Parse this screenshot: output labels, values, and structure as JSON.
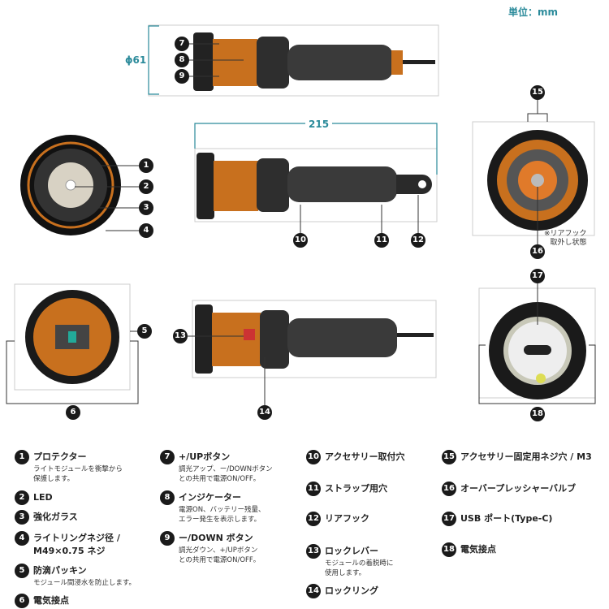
{
  "unit_label": "単位：mm",
  "dimensions": {
    "diameter": "ϕ61",
    "length": "215"
  },
  "rear_note": [
    "※リアフック",
    "取外し状態"
  ],
  "callouts": [
    "1",
    "2",
    "3",
    "4",
    "5",
    "6",
    "7",
    "8",
    "9",
    "10",
    "11",
    "12",
    "13",
    "14",
    "15",
    "16",
    "17",
    "18"
  ],
  "legend": [
    {
      "n": "1",
      "title": "プロテクター",
      "desc": [
        "ライトモジュールを衝撃から",
        "保護します。"
      ]
    },
    {
      "n": "2",
      "title": "LED",
      "desc": []
    },
    {
      "n": "3",
      "title": "強化ガラス",
      "desc": []
    },
    {
      "n": "4",
      "title": "ライトリングネジ径 /",
      "title2": "M49×0.75 ネジ",
      "desc": []
    },
    {
      "n": "5",
      "title": "防滴パッキン",
      "desc": [
        "モジュール間浸水を防止します。"
      ]
    },
    {
      "n": "6",
      "title": "電気接点",
      "desc": []
    },
    {
      "n": "7",
      "title": "+/UPボタン",
      "desc": [
        "調光アップ、ー/DOWNボタン",
        "との共用で電源ON/OFF。"
      ]
    },
    {
      "n": "8",
      "title": "インジケーター",
      "desc": [
        "電源ON、バッテリー残量、",
        "エラー発生を表示します。"
      ]
    },
    {
      "n": "9",
      "title": "ー/DOWN ボタン",
      "desc": [
        "調光ダウン、+/UPボタン",
        "との共用で電源ON/OFF。"
      ]
    },
    {
      "n": "10",
      "title": "アクセサリー取付穴",
      "desc": []
    },
    {
      "n": "11",
      "title": "ストラップ用穴",
      "desc": []
    },
    {
      "n": "12",
      "title": "リアフック",
      "desc": []
    },
    {
      "n": "13",
      "title": "ロックレバー",
      "desc": [
        "モジュールの着脱時に",
        "使用します。"
      ]
    },
    {
      "n": "14",
      "title": "ロックリング",
      "desc": []
    },
    {
      "n": "15",
      "title": "アクセサリー固定用ネジ穴 / M3",
      "desc": []
    },
    {
      "n": "16",
      "title": "オーバープレッシャーバルブ",
      "desc": []
    },
    {
      "n": "17",
      "title": "USB ポート(Type-C)",
      "desc": []
    },
    {
      "n": "18",
      "title": "電気接点",
      "desc": []
    }
  ],
  "colors": {
    "accent": "#2a8a9a",
    "orange": "#c8701e",
    "body": "#3a3a3a"
  }
}
